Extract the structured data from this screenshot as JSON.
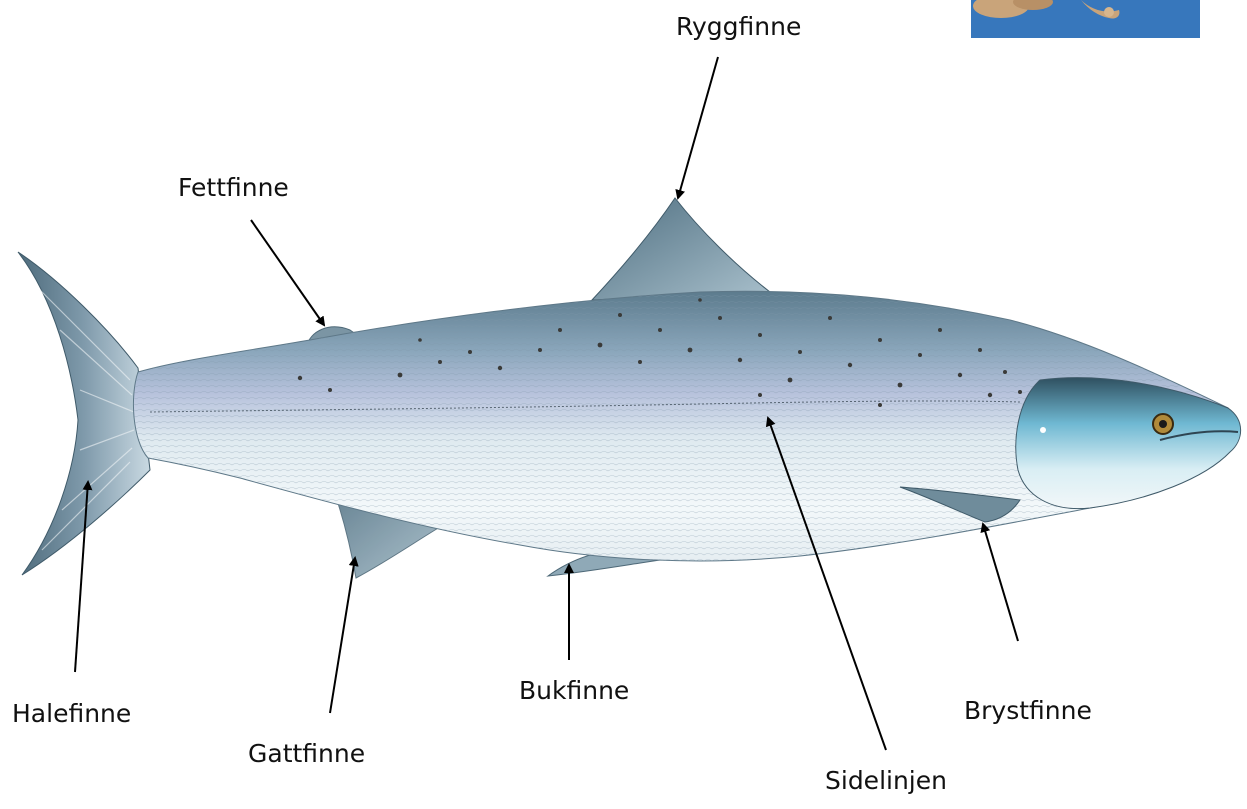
{
  "labels": {
    "ryggfinne": "Ryggfinne",
    "fettfinne": "Fettfinne",
    "halefinne": "Halefinne",
    "gattfinne": "Gattfinne",
    "bukfinne": "Bukfinne",
    "brystfinne": "Brystfinne",
    "sidelinjen": "Sidelinjen"
  },
  "colors": {
    "back": "#5f7f91",
    "flank": "#a8c3d2",
    "belly": "#eef5f8",
    "fin": "#6d8a9a",
    "head": "#5aa6c3",
    "spots": "#3a3a38",
    "arrow": "#000000",
    "thumb_water": "#3d7fc4",
    "thumb_animal": "#c9a47a"
  }
}
